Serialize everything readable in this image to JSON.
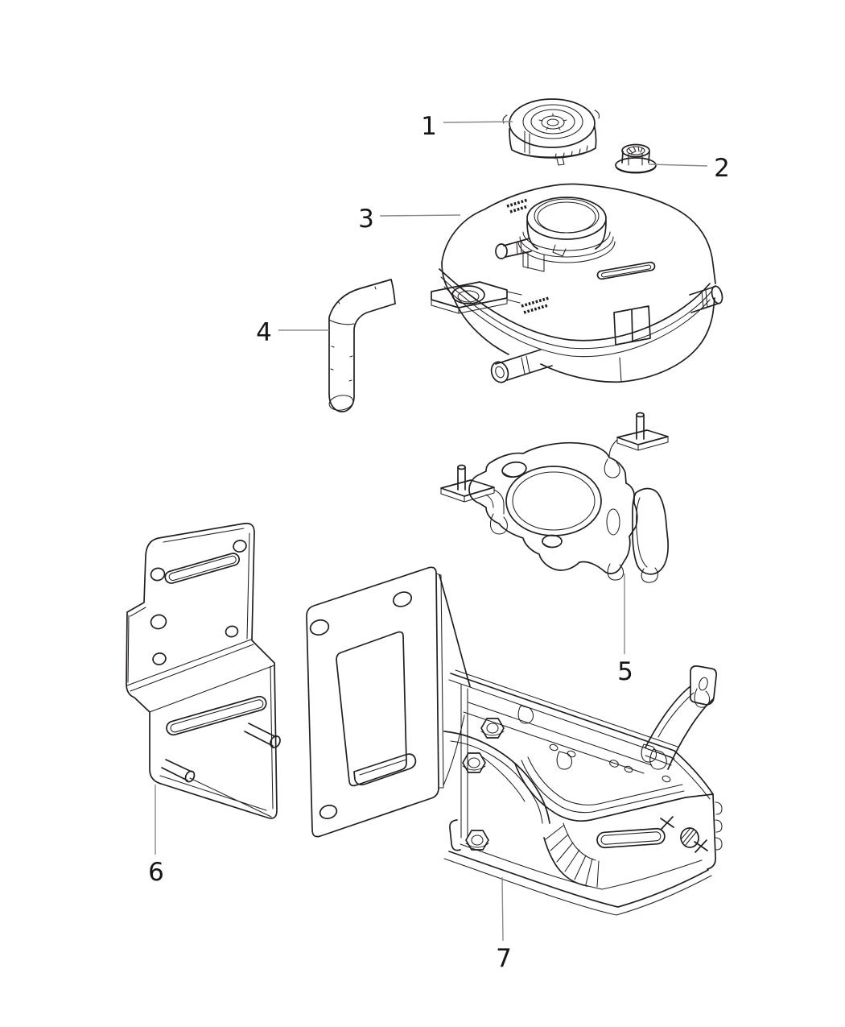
{
  "figure": {
    "type": "exploded-parts-diagram",
    "background": "#ffffff",
    "line_color": "#231f20",
    "leader_color": "#8a8a8a",
    "callouts": [
      {
        "label": "1",
        "points_to": "pressure-cap"
      },
      {
        "label": "2",
        "points_to": "flange-nut"
      },
      {
        "label": "3",
        "points_to": "coolant-recovery-bottle"
      },
      {
        "label": "4",
        "points_to": "elbow-hose"
      },
      {
        "label": "5",
        "points_to": "stud-plate-bracket"
      },
      {
        "label": "6",
        "points_to": "side-mounting-bracket"
      },
      {
        "label": "7",
        "points_to": "lower-support-bracket"
      }
    ]
  }
}
